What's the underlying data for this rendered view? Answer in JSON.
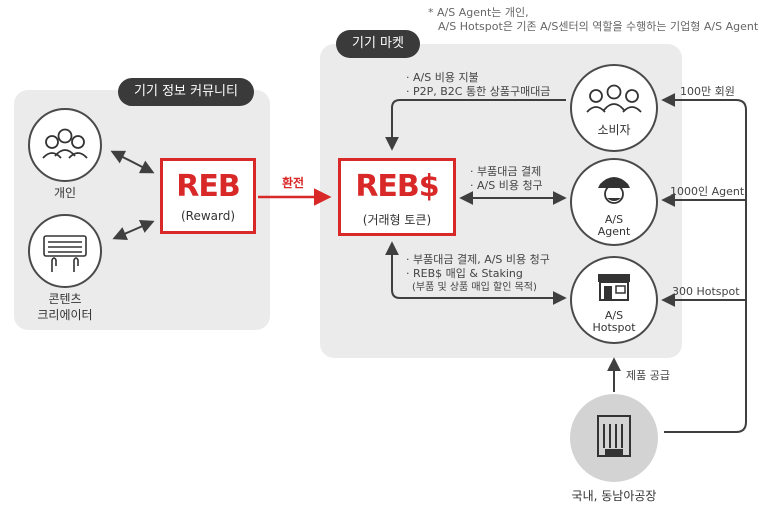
{
  "note": {
    "line1": "* A/S Agent는 개인,",
    "line2": "A/S Hotspot은 기존 A/S센터의 역할을 수행하는 기업형 A/S Agent"
  },
  "left_panel": {
    "title": "기기 정보 커뮤니티",
    "individual_label": "개인",
    "creator_label_line1": "콘텐츠",
    "creator_label_line2": "크리에이터"
  },
  "reb_reward": {
    "logo": "REB",
    "label": "(Reward)"
  },
  "exchange_label": "환전",
  "market_panel": {
    "title": "기기 마켓"
  },
  "rebs_token": {
    "logo": "REB$",
    "label": "(거래형 토큰)"
  },
  "flows": {
    "consumer_items": [
      "· A/S 비용 지불",
      "· P2P, B2C 통한 상품구매대금"
    ],
    "agent_items": [
      "· 부품대금 결제",
      "· A/S 비용 청구"
    ],
    "hotspot_items": [
      "· 부품대금 결제, A/S 비용 청구",
      "· REB$ 매입 & Staking",
      "(부품 및 상품 매입 할인 목적)"
    ]
  },
  "nodes": {
    "consumer_label": "소비자",
    "agent_label_line1": "A/S",
    "agent_label_line2": "Agent",
    "hotspot_label_line1": "A/S",
    "hotspot_label_line2": "Hotspot",
    "factory_label": "국내, 동남아공장"
  },
  "counts": {
    "members": "100만 회원",
    "agents": "1000인 Agent",
    "hotspots": "300 Hotspot"
  },
  "supply_label": "제품 공급",
  "colors": {
    "accent_red": "#d82828",
    "panel_grey": "#ebebeb",
    "pill_dark": "#3a3a3a",
    "line_dark": "#3f3f3f"
  }
}
